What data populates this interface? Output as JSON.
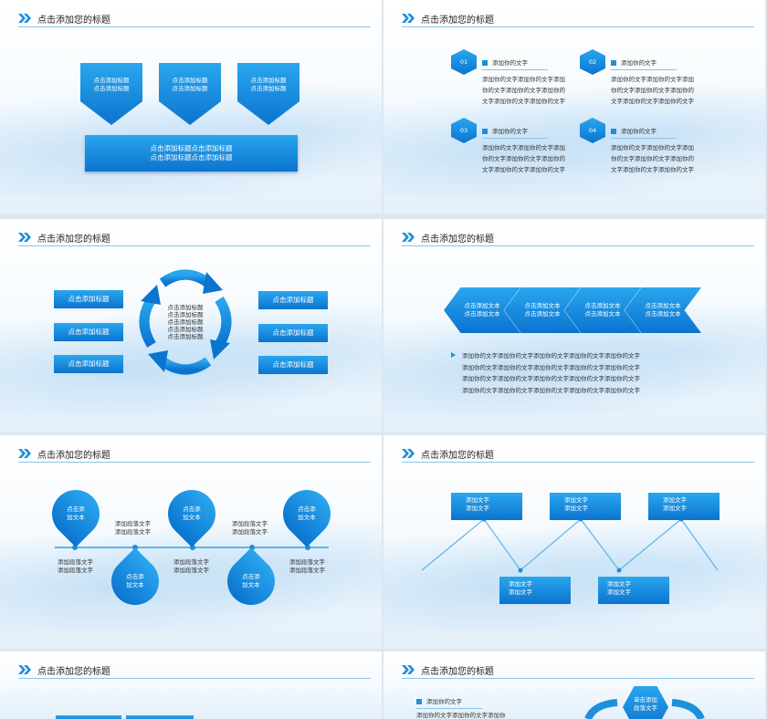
{
  "header_title": "点击添加您的标题",
  "s1": {
    "pentagons": [
      "点击添加标题\n点击添加标题",
      "点击添加标题\n点击添加标题",
      "点击添加标题\n点击添加标题"
    ],
    "bar": "点击添加标题点击添加标题\n点击添加标题点击添加标题"
  },
  "s2": {
    "items": [
      {
        "num": "01",
        "title": "添加你的文字",
        "body": "添加你的文字添加你的文字添加\n你的文字添加你的文字添加你的\n文字添加你的文字添加你的文字"
      },
      {
        "num": "02",
        "title": "添加你的文字",
        "body": "添加你的文字添加你的文字添加\n你的文字添加你的文字添加你的\n文字添加你的文字添加你的文字"
      },
      {
        "num": "03",
        "title": "添加你的文字",
        "body": "添加你的文字添加你的文字添加\n你的文字添加你的文字添加你的\n文字添加你的文字添加你的文字"
      },
      {
        "num": "04",
        "title": "添加你的文字",
        "body": "添加你的文字添加你的文字添加\n你的文字添加你的文字添加你的\n文字添加你的文字添加你的文字"
      }
    ]
  },
  "s3": {
    "left": [
      "点击添加标题",
      "点击添加标题",
      "点击添加标题"
    ],
    "right": [
      "点击添加标题",
      "点击添加标题",
      "点击添加标题"
    ],
    "center": "点击添加标题\n点击添加标题\n点击添加标题\n点击添加标题\n点击添加标题"
  },
  "s4": {
    "arrows": [
      "点击添加文本\n点击添加文本",
      "点击添加文本\n点击添加文本",
      "点击添加文本\n点击添加文本",
      "点击添加文本\n点击添加文本"
    ],
    "para": "添加你的文字添加你的文字添加你的文字添加你的文字添加你的文字\n添加你的文字添加你的文字添加你的文字添加你的文字添加你的文字\n添加你的文字添加你的文字添加你的文字添加你的文字添加你的文字\n添加你的文字添加你的文字添加你的文字添加你的文字添加你的文字"
  },
  "s5": {
    "circles": [
      "点击添\n加文本",
      "点击添\n加文本",
      "点击添\n加文本",
      "点击添\n加文本",
      "点击添\n加文本"
    ],
    "texts": [
      "添加段落文字\n添加段落文字",
      "添加段落文字\n添加段落文字",
      "添加段落文字\n添加段落文字",
      "添加段落文字\n添加段落文字",
      "添加段落文字\n添加段落文字"
    ]
  },
  "s6": {
    "top": [
      "添加文字\n添加文字",
      "添加文字\n添加文字",
      "添加文字\n添加文字"
    ],
    "bottom": [
      "添加文字\n添加文字",
      "添加文字\n添加文字"
    ]
  },
  "s8": {
    "title": "添加你的文字",
    "body": "添加你的文字添加你的文字添加你",
    "node": "单击添加\n段落文字"
  },
  "colors": {
    "accent": "#1e8fdc",
    "dark_accent": "#0b74cf"
  }
}
